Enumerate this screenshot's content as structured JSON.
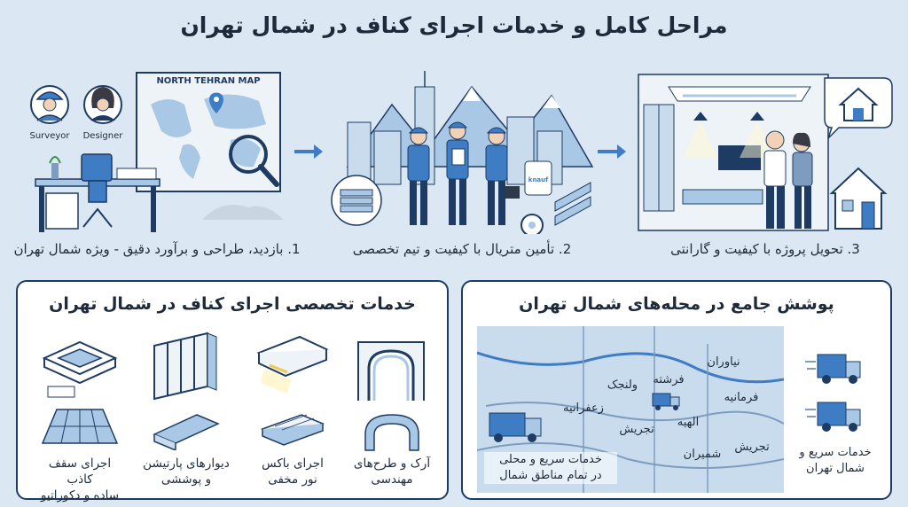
{
  "title": "مراحل کامل و خدمات اجرای کناف در شمال تهران",
  "steps": [
    {
      "caption": "1. بازدید، طراحی و برآورد دقیق - ویژه شمال تهران",
      "map_label": "NORTH TEHRAN MAP",
      "role_left": "Surveyor",
      "role_right": "Designer"
    },
    {
      "caption": "2. تأمین متریال با کیفیت و تیم تخصصی",
      "box_label": "knauf"
    },
    {
      "caption": "3. تحویل پروژه با کیفیت و گارانتی"
    }
  ],
  "services_panel": {
    "title": "خدمات تخصصی اجرای کناف در شمال تهران",
    "items": [
      {
        "label_line1": "آرک و طرح‌های",
        "label_line2": "مهندسی",
        "icon": "arch-icon"
      },
      {
        "label_line1": "اجرای باکس",
        "label_line2": "نور مخفی",
        "icon": "light-box-icon"
      },
      {
        "label_line1": "دیوارهای پارتیشن",
        "label_line2": "و پوششی",
        "icon": "partition-wall-icon"
      },
      {
        "label_line1": "اجرای سقف کاذب",
        "label_line2": "ساده و دکوراتیو",
        "icon": "false-ceiling-icon"
      }
    ]
  },
  "coverage_panel": {
    "title": "پوشش جامع در محله‌های شمال تهران",
    "neighborhoods": [
      "نیاوران",
      "فرشته",
      "ولنجک",
      "فرمانیه",
      "زعفرانیه",
      "الهیه",
      "تجریش",
      "شمیران",
      "تجریش"
    ],
    "service_note_line1": "خدمات سریع و محلی",
    "service_note_line2": "در تمام مناطق شمال",
    "side_note_line1": "خدمات سریع و",
    "side_note_line2": "شمال تهران"
  },
  "colors": {
    "background": "#dbe8f3",
    "navy": "#1e3b63",
    "accent_blue": "#3e7cc4",
    "light_blue": "#a9c8e6"
  }
}
